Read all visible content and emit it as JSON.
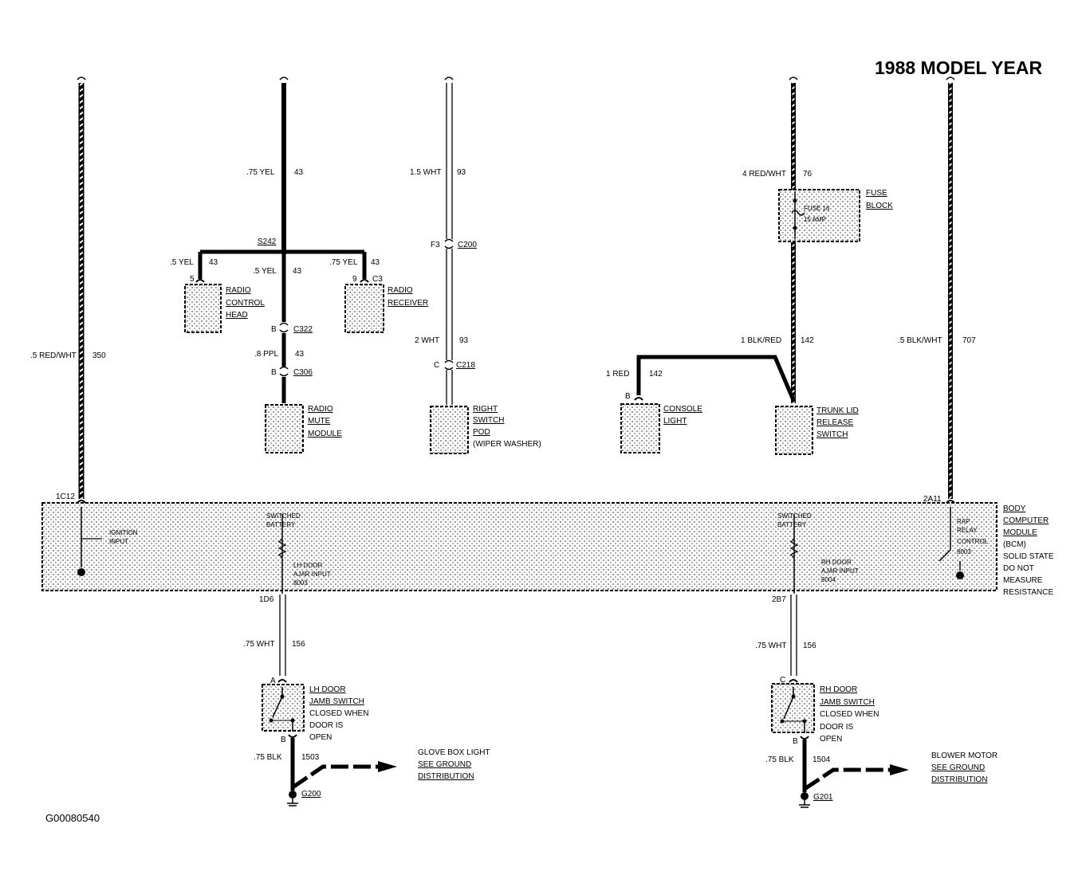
{
  "title": "1988 MODEL YEAR",
  "figure_id": "G00080540",
  "wires": {
    "w350": {
      "gauge": ".5 RED/WHT",
      "circuit": "350"
    },
    "w43_main": {
      "gauge": ".75 YEL",
      "circuit": "43"
    },
    "w43_left": {
      "gauge": ".5 YEL",
      "circuit": "43"
    },
    "w43_mid": {
      "gauge": ".5 YEL",
      "circuit": "43"
    },
    "w43_right": {
      "gauge": ".75 YEL",
      "circuit": "43"
    },
    "w43_ppl": {
      "gauge": ".8 PPL",
      "circuit": "43"
    },
    "w93_top": {
      "gauge": "1.5 WHT",
      "circuit": "93"
    },
    "w93_bot": {
      "gauge": "2 WHT",
      "circuit": "93"
    },
    "w76": {
      "gauge": "4 RED/WHT",
      "circuit": "76"
    },
    "w142_a": {
      "gauge": "1 BLK/RED",
      "circuit": "142"
    },
    "w142_b": {
      "gauge": "1 RED",
      "circuit": "142"
    },
    "w707": {
      "gauge": ".5 BLK/WHT",
      "circuit": "707"
    },
    "w156_l": {
      "gauge": ".75 WHT",
      "circuit": "156"
    },
    "w156_r": {
      "gauge": ".75 WHT",
      "circuit": "156"
    },
    "w1503": {
      "gauge": ".75 BLK",
      "circuit": "1503"
    },
    "w1504": {
      "gauge": ".75 BLK",
      "circuit": "1504"
    }
  },
  "connectors": {
    "s242": "S242",
    "c322": "C322",
    "c322_pin": "B",
    "c306": "C306",
    "c306_pin": "B",
    "c200": "C200",
    "c200_pin": "F3",
    "c218": "C218",
    "c218_pin": "C",
    "c3": "C3",
    "c3_pin": "9",
    "radio_head_pin": "5",
    "console_pin": "B",
    "c1c12": "1C12",
    "c2a11": "2A11",
    "c1d6": "1D6",
    "c2b7": "2B7",
    "lh_pin_a": "A",
    "lh_pin_b": "B",
    "rh_pin_c": "C",
    "rh_pin_b": "B",
    "g200": "G200",
    "g201": "G201"
  },
  "components": {
    "radio_control_head": [
      "RADIO",
      "CONTROL",
      "HEAD"
    ],
    "radio_receiver": [
      "RADIO",
      "RECEIVER"
    ],
    "radio_mute_module": [
      "RADIO",
      "MUTE",
      "MODULE"
    ],
    "right_switch_pod": [
      "RIGHT",
      "SWITCH",
      "POD",
      "(WIPER WASHER)"
    ],
    "fuse_block": [
      "FUSE",
      "BLOCK"
    ],
    "fuse_inner": [
      "FUSE 16",
      "15 AMP"
    ],
    "console_light": [
      "CONSOLE",
      "LIGHT"
    ],
    "trunk_lid_release_switch": [
      "TRUNK LID",
      "RELEASE",
      "SWITCH"
    ],
    "bcm": [
      "BODY",
      "COMPUTER",
      "MODULE",
      "(BCM)",
      "SOLID STATE",
      "DO NOT",
      "MEASURE",
      "RESISTANCE"
    ],
    "lh_door_jamb_switch": [
      "LH DOOR",
      "JAMB SWITCH",
      "CLOSED WHEN",
      "DOOR IS",
      "OPEN"
    ],
    "rh_door_jamb_switch": [
      "RH DOOR",
      "JAMB SWITCH",
      "CLOSED WHEN",
      "DOOR IS",
      "OPEN"
    ],
    "glove_box_light": [
      "GLOVE BOX LIGHT",
      "SEE GROUND",
      "DISTRIBUTION"
    ],
    "blower_motor": [
      "BLOWER MOTOR",
      "SEE GROUND",
      "DISTRIBUTION"
    ]
  },
  "bcm_internal": {
    "ignition_input": [
      "IGNITION",
      "INPUT"
    ],
    "switched_battery_l": [
      "SWITCHED",
      "BATTERY"
    ],
    "lh_door_ajar": [
      "LH DOOR",
      "AJAR INPUT",
      "8003"
    ],
    "switched_battery_r": [
      "SWITCHED",
      "BATTERY"
    ],
    "rh_door_ajar": [
      "RH DOOR",
      "AJAR INPUT",
      "8004"
    ],
    "rap_relay": [
      "RAP",
      "RELAY",
      "CONTROL",
      "8003"
    ]
  }
}
